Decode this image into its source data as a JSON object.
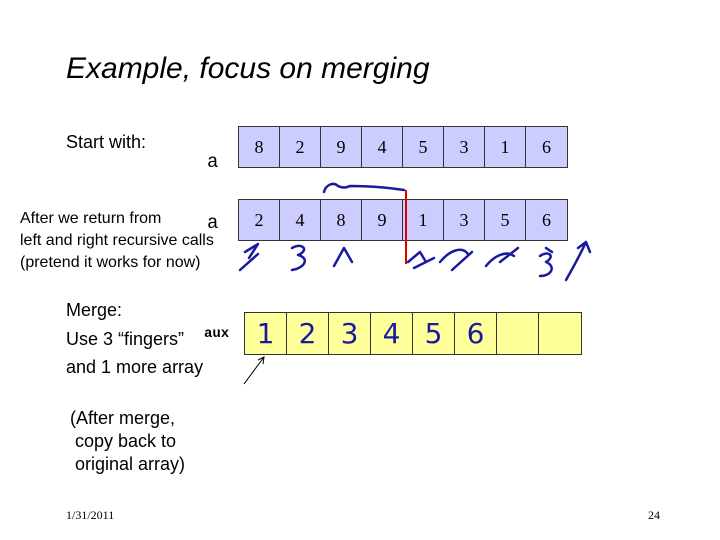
{
  "slide": {
    "title": "Example, focus on merging",
    "start_label": "Start with:",
    "var_a1": "a",
    "array_start": [
      "8",
      "2",
      "9",
      "4",
      "5",
      "3",
      "1",
      "6"
    ],
    "after_text": [
      "After we return from",
      "left and right recursive calls",
      "(pretend it works for now)"
    ],
    "var_a2": "a",
    "array_after": [
      "2",
      "4",
      "8",
      "9",
      "1",
      "3",
      "5",
      "6"
    ],
    "merge_label": "Merge:",
    "fingers_label": "Use 3 “fingers”",
    "more_array_label": "and 1 more array",
    "var_aux": "aux",
    "array_aux": [
      "1",
      "2",
      "3",
      "4",
      "5",
      "6",
      "",
      ""
    ],
    "after_merge": [
      "(After merge,",
      "copy back to",
      "original array)"
    ],
    "footer_date": "1/31/2011",
    "page_number": "24"
  },
  "colors": {
    "array_fill": "#ccccff",
    "aux_fill": "#ffff99",
    "ink_blue": "#1a1aa0",
    "split_line": "#e00000"
  }
}
